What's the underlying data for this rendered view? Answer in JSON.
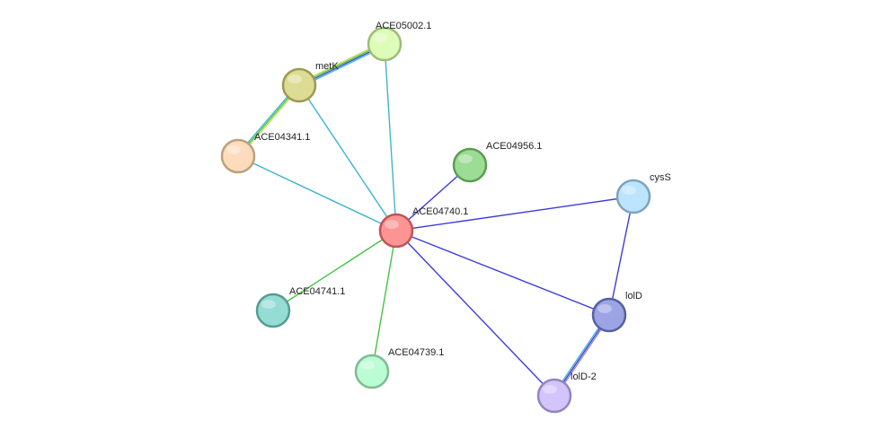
{
  "network": {
    "nodes": [
      {
        "id": "ACE05002.1",
        "label": "ACE05002.1",
        "fill": "#dcfcb8",
        "stroke": "#9cbc78"
      },
      {
        "id": "metK",
        "label": "metK",
        "fill": "#dcdc94",
        "stroke": "#9a9a54"
      },
      {
        "id": "ACE04341.1",
        "label": "ACE04341.1",
        "fill": "#fcdcbc",
        "stroke": "#bca07c"
      },
      {
        "id": "ACE04956.1",
        "label": "ACE04956.1",
        "fill": "#9cdc94",
        "stroke": "#5c9c54"
      },
      {
        "id": "ACE04740.1",
        "label": "ACE04740.1",
        "fill": "#fc9494",
        "stroke": "#c05454"
      },
      {
        "id": "cysS",
        "label": "cysS",
        "fill": "#bce4fc",
        "stroke": "#7ca4c0"
      },
      {
        "id": "lolD",
        "label": "lolD",
        "fill": "#9ca4e4",
        "stroke": "#5460a0"
      },
      {
        "id": "ACE04741.1",
        "label": "ACE04741.1",
        "fill": "#94dcd4",
        "stroke": "#549c94"
      },
      {
        "id": "ACE04739.1",
        "label": "ACE04739.1",
        "fill": "#bcfcd4",
        "stroke": "#7cbc94"
      },
      {
        "id": "lolD-2",
        "label": "lolD-2",
        "fill": "#d4c4fc",
        "stroke": "#9484bc"
      }
    ],
    "edges": [
      {
        "source": "ACE04740.1",
        "target": "ACE05002.1",
        "colors": [
          "#3cb4cc"
        ]
      },
      {
        "source": "ACE04740.1",
        "target": "metK",
        "colors": [
          "#3cb4cc"
        ]
      },
      {
        "source": "ACE04740.1",
        "target": "ACE04341.1",
        "colors": [
          "#3cb4cc"
        ]
      },
      {
        "source": "ACE04740.1",
        "target": "ACE04956.1",
        "colors": [
          "#3c3cdc"
        ]
      },
      {
        "source": "ACE04740.1",
        "target": "cysS",
        "colors": [
          "#3c3cdc"
        ]
      },
      {
        "source": "ACE04740.1",
        "target": "lolD",
        "colors": [
          "#3c3cdc"
        ]
      },
      {
        "source": "ACE04740.1",
        "target": "lolD-2",
        "colors": [
          "#3c3cdc"
        ]
      },
      {
        "source": "ACE04740.1",
        "target": "ACE04741.1",
        "colors": [
          "#44c444"
        ]
      },
      {
        "source": "ACE04740.1",
        "target": "ACE04739.1",
        "colors": [
          "#44c444"
        ]
      },
      {
        "source": "cysS",
        "target": "lolD",
        "colors": [
          "#3c3cdc"
        ]
      },
      {
        "source": "metK",
        "target": "ACE05002.1",
        "colors": [
          "#c4dc44",
          "#44c444",
          "#3c3cdc",
          "#3cb4cc"
        ]
      },
      {
        "source": "metK",
        "target": "ACE04341.1",
        "colors": [
          "#c4dc44",
          "#44c444",
          "#3cb4cc"
        ]
      },
      {
        "source": "lolD",
        "target": "lolD-2",
        "colors": [
          "#9c7cdc",
          "#3c3cdc",
          "#3cb4cc"
        ]
      }
    ]
  }
}
